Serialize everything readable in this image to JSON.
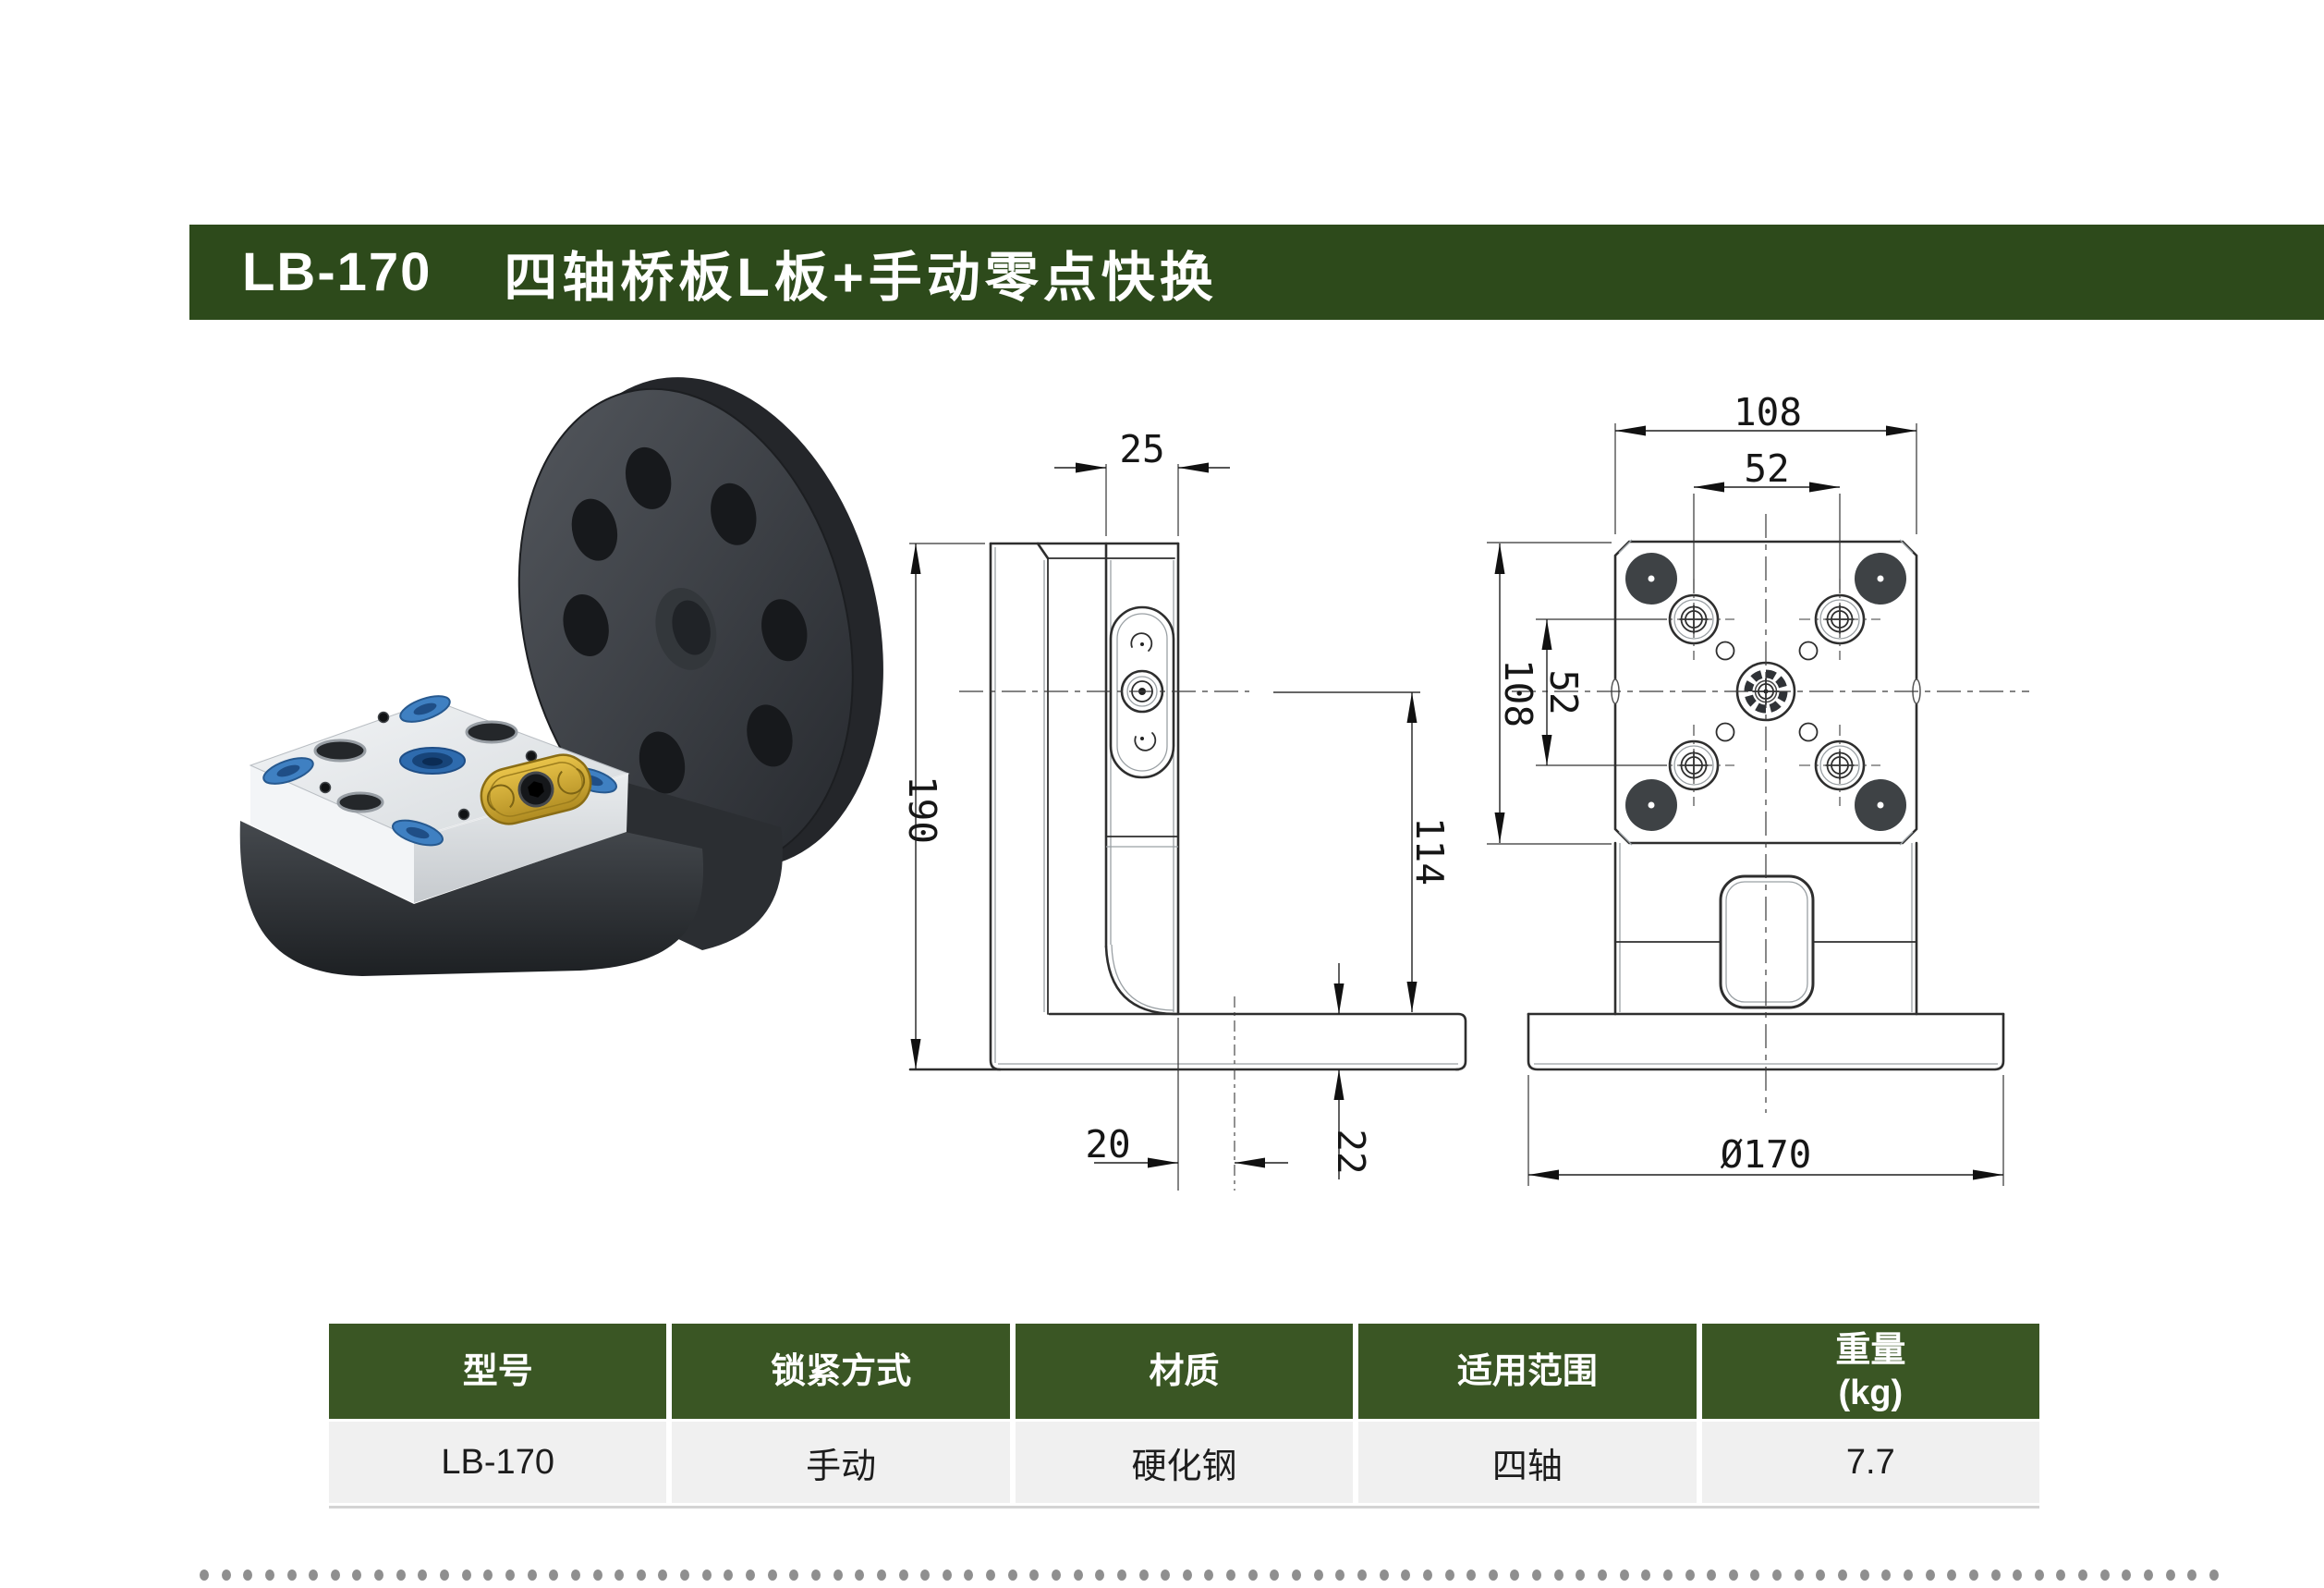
{
  "page": {
    "model": "LB-170",
    "title": "四轴桥板L板+手动零点快换"
  },
  "drawings": {
    "side_view": {
      "dim_top_width": "25",
      "dim_total_height": "190",
      "dim_center_to_base": "114",
      "dim_bottom_offset": "20",
      "dim_base_thickness": "22"
    },
    "front_view": {
      "dim_top_width": "108",
      "dim_top_hole_spacing": "52",
      "dim_left_height": "108",
      "dim_left_hole_spacing": "52",
      "dim_base_diameter": "Ø170"
    }
  },
  "spec_table": {
    "columns": [
      {
        "label": "型号"
      },
      {
        "label": "锁紧方式"
      },
      {
        "label": "材质"
      },
      {
        "label": "适用范围"
      },
      {
        "label": "重量",
        "label2": "(kg)"
      }
    ],
    "row": [
      "LB-170",
      "手动",
      "硬化钢",
      "四轴",
      "7.7"
    ]
  },
  "colors": {
    "header_green": "#2d4a1b",
    "table_header_green": "#3a5624",
    "row_gray": "#f0f0f0",
    "dot_gray": "#8f8f8f",
    "insert_blue": "#3f80c2",
    "clamp_gold": "#d8b02e"
  }
}
